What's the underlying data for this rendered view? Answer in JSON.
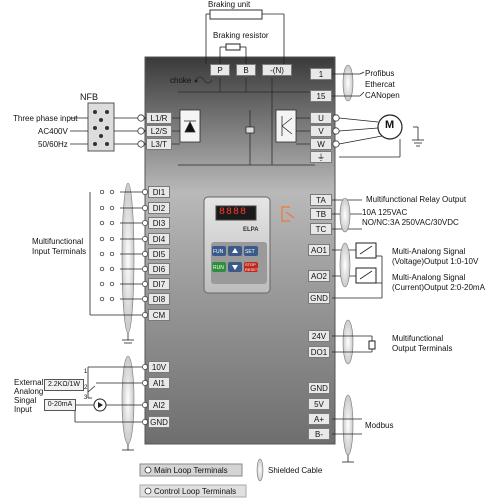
{
  "top": {
    "braking_unit": "Braking unit",
    "braking_resistor": "Braking resistor",
    "choke": "choke",
    "p": "P",
    "b": "B",
    "n": "-(N)"
  },
  "left_power": {
    "nfb": "NFB",
    "input_line1": "Three phase input",
    "input_line2": "AC400V",
    "input_line3": "50/60Hz",
    "l1": "L1/R",
    "l2": "L2/S",
    "l3": "L3/T"
  },
  "right_power": {
    "t1": "1",
    "t15": "15",
    "comm1": "Profibus",
    "comm2": "Ethercat",
    "comm3": "CANopen",
    "u": "U",
    "v": "V",
    "w": "W",
    "motor": "M"
  },
  "inputs": {
    "label1": "Multifunctional",
    "label2": "Input Terminals",
    "terminals": [
      "DI1",
      "DI2",
      "DI3",
      "DI4",
      "DI5",
      "DI6",
      "DI7",
      "DI8",
      "CM"
    ]
  },
  "analog_in": {
    "label1": "External",
    "label2": "Analong",
    "label3": "Singal",
    "label4": "Input",
    "pot": "2.2KΩ/1W",
    "current": "0-20mA",
    "n1": "1",
    "n2": "2",
    "n3": "3",
    "terminals": [
      "10V",
      "AI1",
      "AI2",
      "GND"
    ]
  },
  "relay": {
    "title": "Multifunctional Relay Output",
    "line1": "10A 125VAC",
    "line2": "NO/NC:3A 250VAC/30VDC",
    "ta": "TA",
    "tb": "TB",
    "tc": "TC"
  },
  "analog_out": {
    "ao1": "AO1",
    "ao2": "AO2",
    "gnd": "GND",
    "ao1_l1": "Multi-Analong Signal",
    "ao1_l2": "(Voltage)Output 1:0-10V",
    "ao2_l1": "Multi-Analong Signal",
    "ao2_l2": "(Current)Output 2:0-20mA"
  },
  "digital_out": {
    "v24": "24V",
    "do1": "DO1",
    "label1": "Multifunctional",
    "label2": "Output Terminals"
  },
  "modbus": {
    "gnd": "GND",
    "v5": "5V",
    "aplus": "A+",
    "bminus": "B-",
    "label": "Modbus"
  },
  "keypad": {
    "display": "8888",
    "brand": "ELPA",
    "fun": "FUN",
    "set": "SET",
    "run": "RUN",
    "stop": "STOP RESET"
  },
  "legend": {
    "main": "Main Loop Terminals",
    "control": "Control Loop Terminals",
    "shielded": "Shielded Cable"
  }
}
